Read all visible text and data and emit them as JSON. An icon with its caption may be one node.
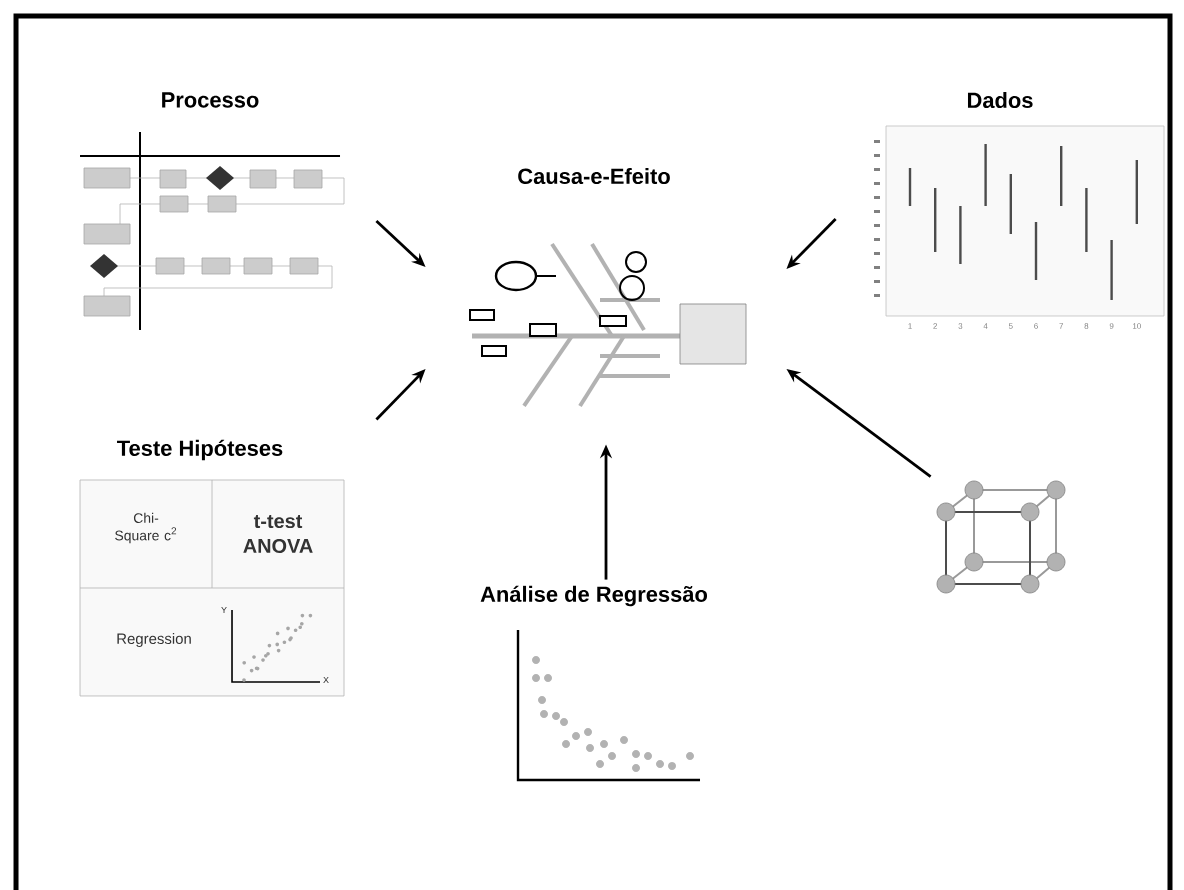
{
  "diagram": {
    "nodes": [
      {
        "text": [
          "Causa-e-Efeito"
        ]
      },
      {
        "text": [
          "Processo"
        ]
      },
      {
        "text": [
          "Dados"
        ],
        "beside": [
          "1",
          "2",
          "3",
          "4",
          "5",
          "6",
          "7",
          "8",
          "9",
          "10"
        ]
      },
      {
        "text": [
          "Teste Hipóteses"
        ]
      },
      {
        "text": [
          "Análise de Regressão"
        ]
      },
      {
        "text": [],
        "shape": "picture"
      }
    ],
    "edges": [
      {
        "from": 1,
        "to": 0,
        "arrow": "to"
      },
      {
        "from": 2,
        "to": 0,
        "arrow": "to"
      },
      {
        "from": 3,
        "to": 0,
        "arrow": "to"
      },
      {
        "from": 5,
        "to": 0,
        "arrow": "to"
      },
      {
        "from": 4,
        "to": 0,
        "arrow": "to"
      }
    ],
    "labels": [
      "Chi-Square c$^{2}$",
      "t-test ANOVA",
      "Regression",
      "Y",
      "X"
    ]
  }
}
